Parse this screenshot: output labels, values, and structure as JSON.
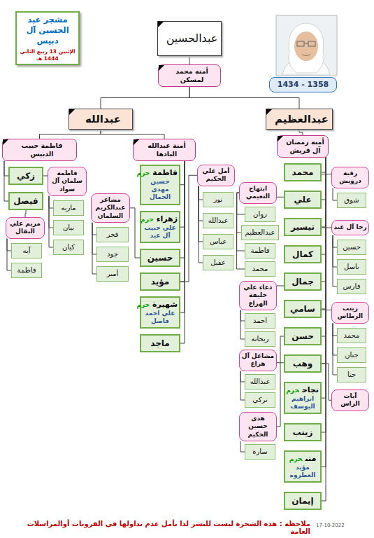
{
  "diagram": {
    "title": "مشجر عبد الحسين آل دبيس",
    "nodes": [
      {
        "text": [
          "1434 - 1358"
        ]
      },
      {
        "text": [
          "عبدالحسين"
        ]
      },
      {
        "text": [
          "أمنه محمد لمسكن"
        ]
      },
      {
        "text": [
          "عبدالله"
        ]
      },
      {
        "text": [
          "عبدالعظيم"
        ]
      },
      {
        "text": [
          "فاطمة حبيب الدبيس"
        ]
      },
      {
        "text": [
          "أمنة عبدالله البادها"
        ]
      },
      {
        "text": [
          "أمنه رمضان آل قريش"
        ]
      },
      {
        "text": [
          "زكي"
        ]
      },
      {
        "text": [
          "فاطمة سلمان آل سواد"
        ]
      },
      {
        "text": [
          "ماريه"
        ]
      },
      {
        "text": [
          "بيان"
        ]
      },
      {
        "text": [
          "كيان"
        ]
      },
      {
        "text": [
          "فيصل"
        ]
      },
      {
        "text": [
          "مريم علي البقال"
        ]
      },
      {
        "text": [
          "آيه"
        ]
      },
      {
        "text": [
          "فاطمة"
        ]
      },
      {
        "text": [
          "فاطمة",
          "حرم",
          "حسين مهدي الجمال"
        ]
      },
      {
        "text": [
          "زهراء",
          "حرم",
          "علي حبيب آل عيد"
        ]
      },
      {
        "text": [
          "حسين"
        ]
      },
      {
        "text": [
          "مؤيد"
        ]
      },
      {
        "text": [
          "شهيرة",
          "حرم",
          "علي احمد فاضل"
        ]
      },
      {
        "text": [
          "ماجد"
        ]
      },
      {
        "text": [
          "مشاعر عبدالكريم السلمان"
        ]
      },
      {
        "text": [
          "فجر"
        ]
      },
      {
        "text": [
          "جود"
        ]
      },
      {
        "text": [
          "أمير"
        ]
      },
      {
        "text": [
          "أمل علي الحكيم"
        ]
      },
      {
        "text": [
          "نور"
        ]
      },
      {
        "text": [
          "عبدالله"
        ]
      },
      {
        "text": [
          "عباس"
        ]
      },
      {
        "text": [
          "عقيل"
        ]
      },
      {
        "text": [
          "محمد"
        ]
      },
      {
        "text": [
          "علي"
        ]
      },
      {
        "text": [
          "تيسير"
        ]
      },
      {
        "text": [
          "كمال"
        ]
      },
      {
        "text": [
          "جمال"
        ]
      },
      {
        "text": [
          "سامي"
        ]
      },
      {
        "text": [
          "حسن"
        ]
      },
      {
        "text": [
          "وهب"
        ]
      },
      {
        "text": [
          "نجاح",
          "حرم",
          "ابراهيم اليوسف"
        ]
      },
      {
        "text": [
          "زينب"
        ]
      },
      {
        "text": [
          "منى",
          "حرم",
          "مؤيد العطروه"
        ]
      },
      {
        "text": [
          "إيمان"
        ]
      },
      {
        "text": [
          "رقية درويش"
        ]
      },
      {
        "text": [
          "شوق"
        ]
      },
      {
        "text": [
          "ابتهاج النعيمي"
        ]
      },
      {
        "text": [
          "روان"
        ]
      },
      {
        "text": [
          "عبدالعظيم"
        ]
      },
      {
        "text": [
          "فاطمة"
        ]
      },
      {
        "text": [
          "محمد"
        ]
      },
      {
        "text": [
          "رجا آل عيد"
        ]
      },
      {
        "text": [
          "حسين"
        ]
      },
      {
        "text": [
          "باسل"
        ]
      },
      {
        "text": [
          "فارس"
        ]
      },
      {
        "text": [
          "دعاء علي خليفة الهزاع"
        ]
      },
      {
        "text": [
          "احمد"
        ]
      },
      {
        "text": [
          "ريحانة"
        ]
      },
      {
        "text": [
          "زينب الرطاس"
        ]
      },
      {
        "text": [
          "محمد"
        ]
      },
      {
        "text": [
          "جنان"
        ]
      },
      {
        "text": [
          "جنا"
        ]
      },
      {
        "text": [
          "مشاعل آل هزاع"
        ]
      },
      {
        "text": [
          "عبدالله"
        ]
      },
      {
        "text": [
          "تركي"
        ]
      },
      {
        "text": [
          "آيات الراس"
        ]
      },
      {
        "text": [
          "هدى حسين الحكيم"
        ]
      },
      {
        "text": [
          "سارة"
        ]
      }
    ],
    "edges": [
      {
        "from": 1,
        "to": 2,
        "arrow": "none"
      },
      {
        "from": 2,
        "to": 3,
        "arrow": "none"
      },
      {
        "from": 2,
        "to": 4,
        "arrow": "none"
      },
      {
        "from": 3,
        "to": 5,
        "arrow": "none"
      },
      {
        "from": 3,
        "to": 6,
        "arrow": "none"
      },
      {
        "from": 4,
        "to": 7,
        "arrow": "none"
      },
      {
        "from": 5,
        "to": 8,
        "arrow": "none"
      },
      {
        "from": 5,
        "to": 13,
        "arrow": "none"
      },
      {
        "from": 8,
        "to": 9,
        "arrow": "none"
      },
      {
        "from": 9,
        "to": 10,
        "arrow": "none"
      },
      {
        "from": 9,
        "to": 11,
        "arrow": "none"
      },
      {
        "from": 9,
        "to": 12,
        "arrow": "none"
      },
      {
        "from": 13,
        "to": 14,
        "arrow": "none"
      },
      {
        "from": 14,
        "to": 15,
        "arrow": "none"
      },
      {
        "from": 14,
        "to": 16,
        "arrow": "none"
      },
      {
        "from": 6,
        "to": 17,
        "arrow": "none"
      },
      {
        "from": 6,
        "to": 18,
        "arrow": "none"
      },
      {
        "from": 6,
        "to": 19,
        "arrow": "none"
      },
      {
        "from": 6,
        "to": 20,
        "arrow": "none"
      },
      {
        "from": 6,
        "to": 21,
        "arrow": "none"
      },
      {
        "from": 6,
        "to": 22,
        "arrow": "none"
      },
      {
        "from": 19,
        "to": 23,
        "arrow": "none"
      },
      {
        "from": 23,
        "to": 24,
        "arrow": "none"
      },
      {
        "from": 23,
        "to": 25,
        "arrow": "none"
      },
      {
        "from": 23,
        "to": 26,
        "arrow": "none"
      },
      {
        "from": 20,
        "to": 27,
        "arrow": "none"
      },
      {
        "from": 27,
        "to": 28,
        "arrow": "none"
      },
      {
        "from": 27,
        "to": 29,
        "arrow": "none"
      },
      {
        "from": 27,
        "to": 30,
        "arrow": "none"
      },
      {
        "from": 27,
        "to": 31,
        "arrow": "none"
      },
      {
        "from": 7,
        "to": 32,
        "arrow": "none"
      },
      {
        "from": 7,
        "to": 33,
        "arrow": "none"
      },
      {
        "from": 7,
        "to": 34,
        "arrow": "none"
      },
      {
        "from": 7,
        "to": 35,
        "arrow": "none"
      },
      {
        "from": 7,
        "to": 36,
        "arrow": "none"
      },
      {
        "from": 7,
        "to": 37,
        "arrow": "none"
      },
      {
        "from": 7,
        "to": 38,
        "arrow": "none"
      },
      {
        "from": 7,
        "to": 39,
        "arrow": "none"
      },
      {
        "from": 7,
        "to": 40,
        "arrow": "none"
      },
      {
        "from": 7,
        "to": 41,
        "arrow": "none"
      },
      {
        "from": 7,
        "to": 42,
        "arrow": "none"
      },
      {
        "from": 7,
        "to": 43,
        "arrow": "none"
      },
      {
        "from": 32,
        "to": 44,
        "arrow": "none"
      },
      {
        "from": 44,
        "to": 45,
        "arrow": "none"
      },
      {
        "from": 33,
        "to": 46,
        "arrow": "none"
      },
      {
        "from": 46,
        "to": 47,
        "arrow": "none"
      },
      {
        "from": 46,
        "to": 48,
        "arrow": "none"
      },
      {
        "from": 46,
        "to": 49,
        "arrow": "none"
      },
      {
        "from": 46,
        "to": 50,
        "arrow": "none"
      },
      {
        "from": 34,
        "to": 51,
        "arrow": "none"
      },
      {
        "from": 51,
        "to": 52,
        "arrow": "none"
      },
      {
        "from": 51,
        "to": 53,
        "arrow": "none"
      },
      {
        "from": 51,
        "to": 54,
        "arrow": "none"
      },
      {
        "from": 36,
        "to": 55,
        "arrow": "none"
      },
      {
        "from": 55,
        "to": 56,
        "arrow": "none"
      },
      {
        "from": 55,
        "to": 57,
        "arrow": "none"
      },
      {
        "from": 37,
        "to": 58,
        "arrow": "none"
      },
      {
        "from": 58,
        "to": 59,
        "arrow": "none"
      },
      {
        "from": 58,
        "to": 60,
        "arrow": "none"
      },
      {
        "from": 58,
        "to": 61,
        "arrow": "none"
      },
      {
        "from": 39,
        "to": 62,
        "arrow": "none"
      },
      {
        "from": 62,
        "to": 63,
        "arrow": "none"
      },
      {
        "from": 62,
        "to": 64,
        "arrow": "none"
      },
      {
        "from": 39,
        "to": 65,
        "arrow": "none"
      },
      {
        "from": 38,
        "to": 66,
        "arrow": "none"
      },
      {
        "from": 66,
        "to": 67,
        "arrow": "none"
      }
    ],
    "labels": [
      "الإثنين 13 ربيع الثاني 1444 هـ",
      "ملاحظة : هذه الشجرة ليست للنشر لذا نأمل عدم تداولها في القروبات أوالمراسلات العامة",
      "17-10-2022"
    ]
  }
}
